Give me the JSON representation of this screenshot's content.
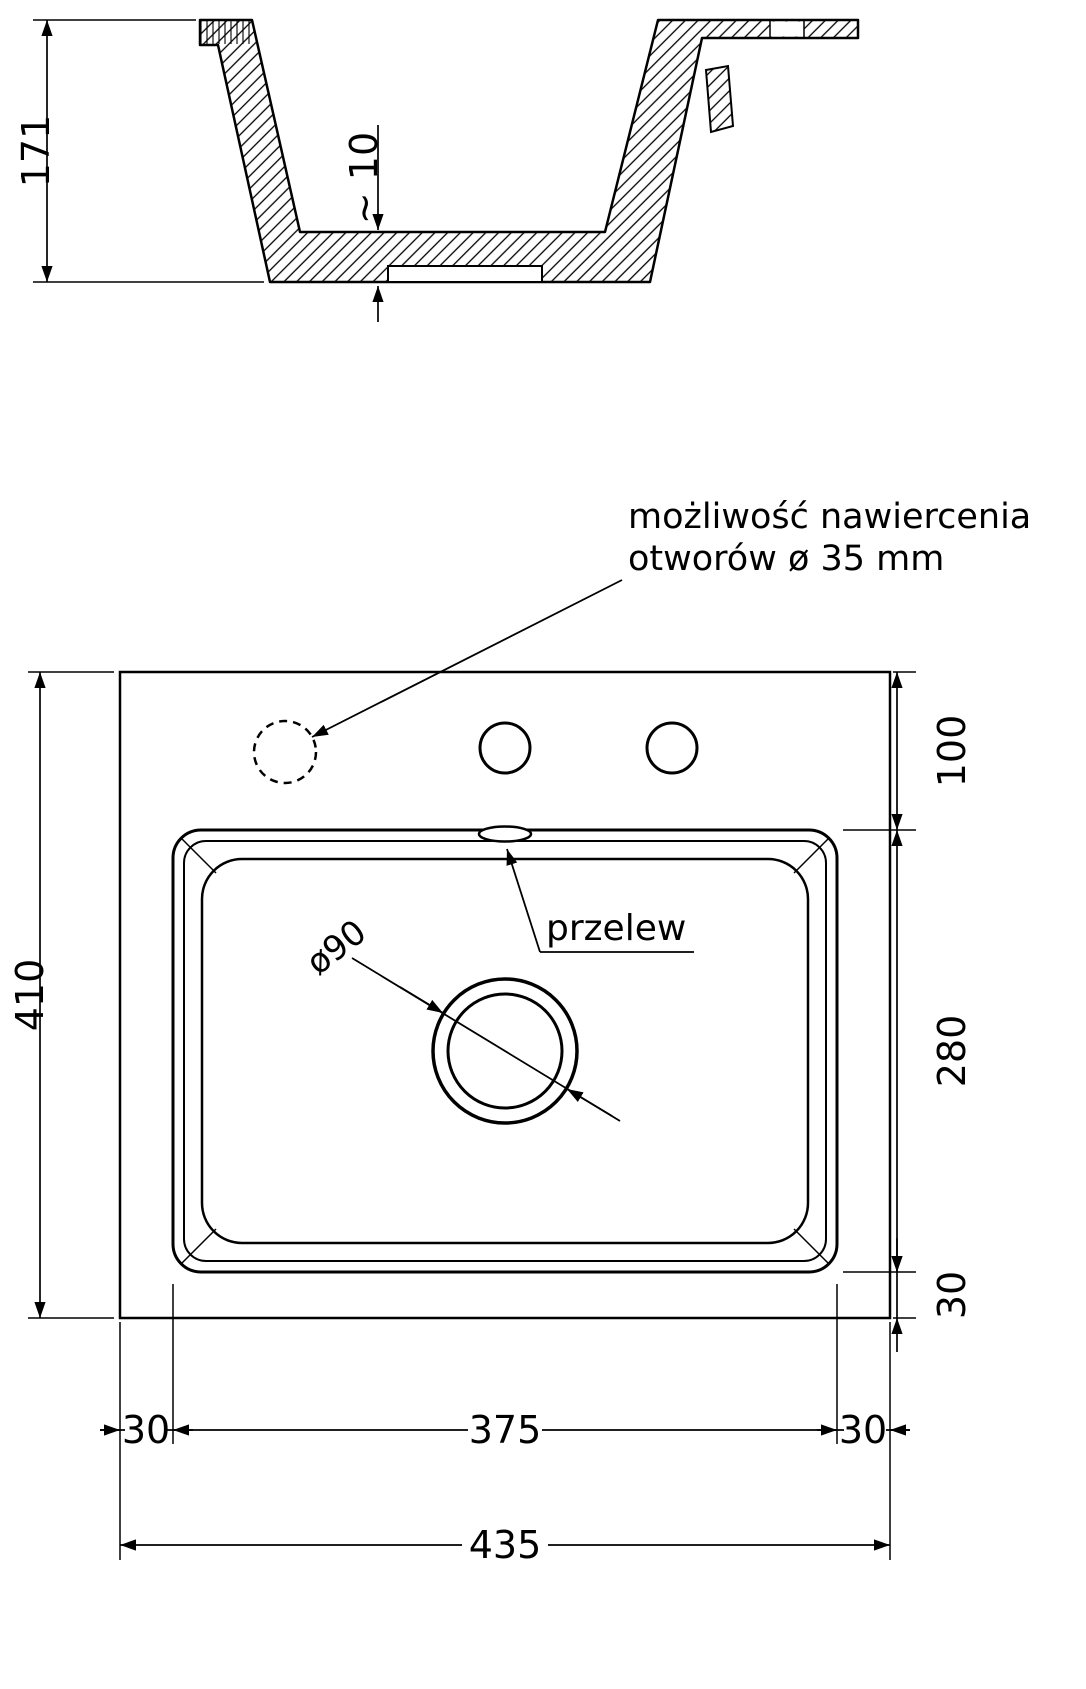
{
  "colors": {
    "line": "#000000",
    "background": "#ffffff"
  },
  "section_view": {
    "height_label": "171",
    "bottom_thickness_label": "~ 10"
  },
  "top_view": {
    "drill_note_line1": "możliwość nawiercenia",
    "drill_note_line2": "otworów ø 35 mm",
    "overflow_label": "przelew",
    "drain_label": "ø90",
    "dims": {
      "total_width": "435",
      "bowl_width": "375",
      "left_margin": "30",
      "right_margin": "30",
      "total_height": "410",
      "top_offset": "100",
      "bowl_length": "280",
      "bottom_margin": "30"
    }
  }
}
